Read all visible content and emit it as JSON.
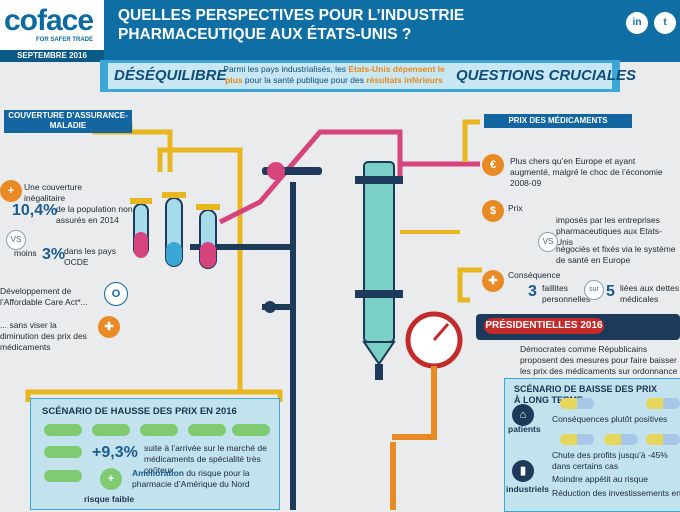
{
  "header": {
    "logo": "coface",
    "tagline": "FOR SAFER TRADE",
    "date": "SEPTEMBRE 2016",
    "title_line1": "QUELLES PERSPECTIVES POUR L’INDUSTRIE",
    "title_line2": "PHARMACEUTIQUE AUX ÉTATS-UNIS ?",
    "social": [
      "in",
      "t"
    ]
  },
  "banner": {
    "left_title": "DÉSÉQUILIBRE",
    "text_a": "Parmi les pays industrialisés, les ",
    "text_b": "Etats-Unis dépensent le plus",
    "text_c": " pour la santé publique pour des ",
    "text_d": "résultats inférieurs",
    "right_title": "QUESTIONS CRUCIALES"
  },
  "left": {
    "heading": "COUVERTURE D’ASSURANCE-MALADIE",
    "item1": "Une couverture inégalitaire",
    "stat1_value": "10,4%",
    "stat1_text": "de la population non-assurés en 2014",
    "vs": "VS",
    "stat2_prefix": "moins",
    "stat2_value": "3%",
    "stat2_text": "dans les pays OCDE",
    "item2": "Développement de l’Affordable Care Act*...",
    "item3": "... sans viser la diminution des prix des médicaments"
  },
  "right": {
    "heading": "PRIX DES MÉDICAMENTS",
    "item1": "Plus chers qu’en Europe et ayant augmenté, malgré le choc de l’économie 2008-09",
    "item2_label": "Prix",
    "item2_a": "imposés par les entreprises pharmaceutiques aux Etats-Unis",
    "vs": "VS",
    "item2_b": "négociés et fixés via le système de santé en Europe",
    "item3_label": "Conséquence",
    "item3_num1": "3",
    "item3_text1": "faillites personnelles",
    "item3_sur": "sur",
    "item3_num2": "5",
    "item3_text2": "liées aux dettes médicales"
  },
  "presidentielles": {
    "label": "PRÉSIDENTIELLES 2016",
    "text": "Démocrates comme Républicains proposent des mesures pour faire baisser les prix des médicaments sur ordonnance"
  },
  "hausse": {
    "title": "SCÉNARIO DE HAUSSE DES PRIX EN 2016",
    "value": "+9,3%",
    "text": "suite à l’arrivée sur le marché de médicaments de spécialité très coûteux",
    "risk_label": "risque faible",
    "amelioration": "Amélioration",
    "amelioration_text": " du risque pour la pharmacie d’Amérique du Nord"
  },
  "baisse": {
    "title": "SCÉNARIO DE BAISSE DES PRIX À LONG TERME",
    "patients": "patients",
    "patients_text": "Conséquences plutôt positives",
    "industriels": "industriels",
    "ind_text1": "Chute des profits jusqu’à -45% dans certains cas",
    "ind_text2": "Moindre appétit au risque",
    "ind_text3": "Réduction des investissements en R&D"
  },
  "colors": {
    "brand": "#0f6fa5",
    "accent": "#e98a24",
    "pink": "#d6437d",
    "yellow": "#e8b61f",
    "navy": "#1e3a5a"
  }
}
